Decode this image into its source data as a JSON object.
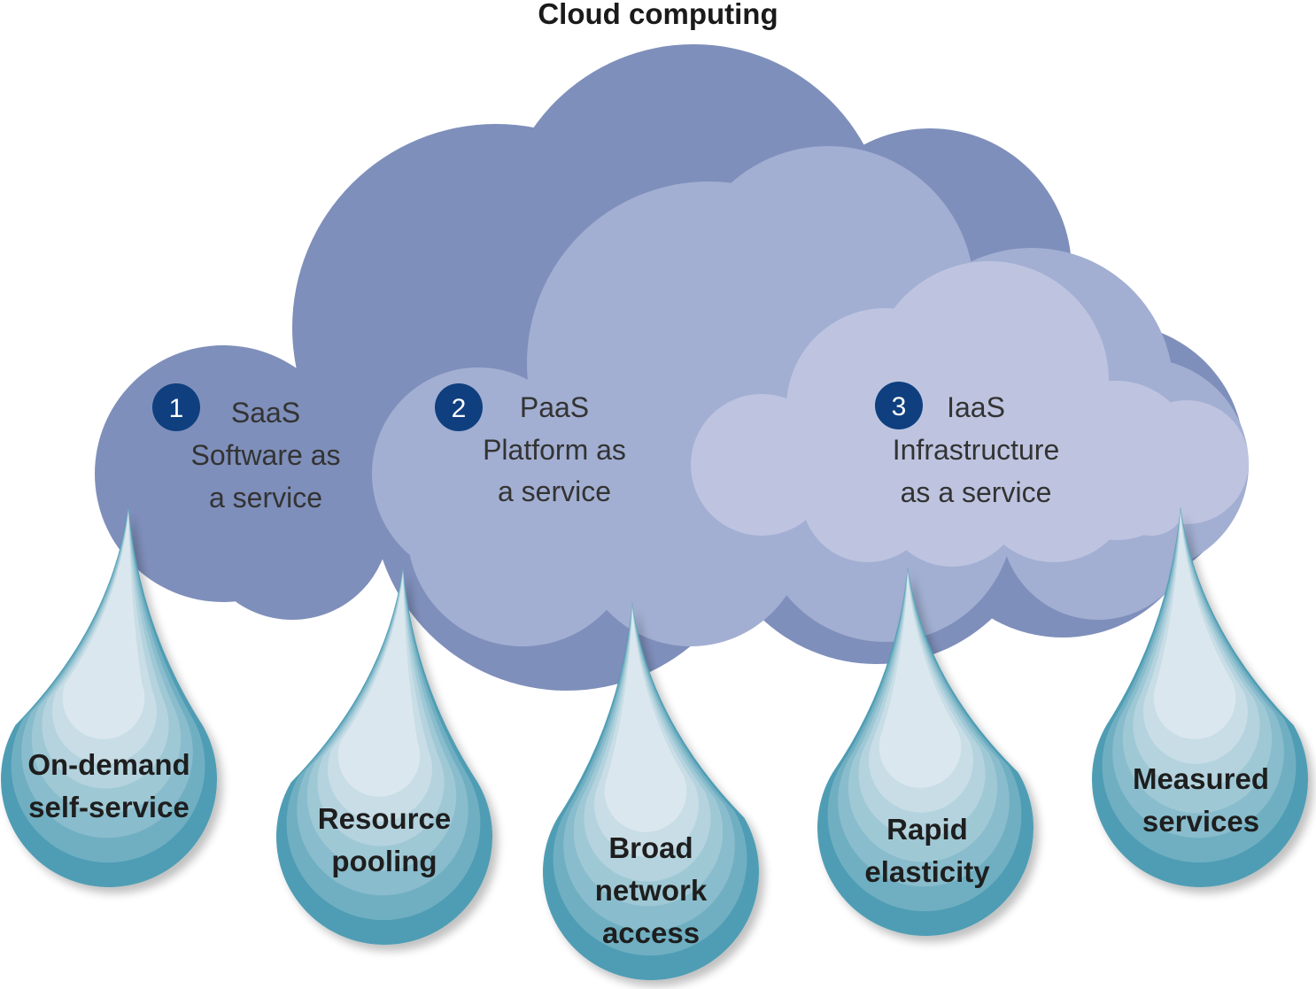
{
  "diagram": {
    "title": "Cloud computing",
    "services": [
      {
        "number": "1",
        "lines": [
          "SaaS",
          "Software as",
          "a service"
        ]
      },
      {
        "number": "2",
        "lines": [
          "PaaS",
          "Platform as",
          "a service"
        ]
      },
      {
        "number": "3",
        "lines": [
          "IaaS",
          "Infrastructure",
          "as a service"
        ]
      }
    ],
    "characteristics": [
      {
        "lines": [
          "On-demand",
          "self-service"
        ]
      },
      {
        "lines": [
          "Resource",
          "pooling"
        ]
      },
      {
        "lines": [
          "Broad",
          "network",
          "access"
        ]
      },
      {
        "lines": [
          "Rapid",
          "elasticity"
        ]
      },
      {
        "lines": [
          "Measured",
          "services"
        ]
      }
    ]
  },
  "colors": {
    "cloud_back": "#7f8fbb",
    "cloud_middle": "#a2afd2",
    "cloud_front": "#bec4e0",
    "badge": "#0f3f7e",
    "drop_outer": "#4f9db4",
    "drop_inner": "#dbe7ee"
  }
}
